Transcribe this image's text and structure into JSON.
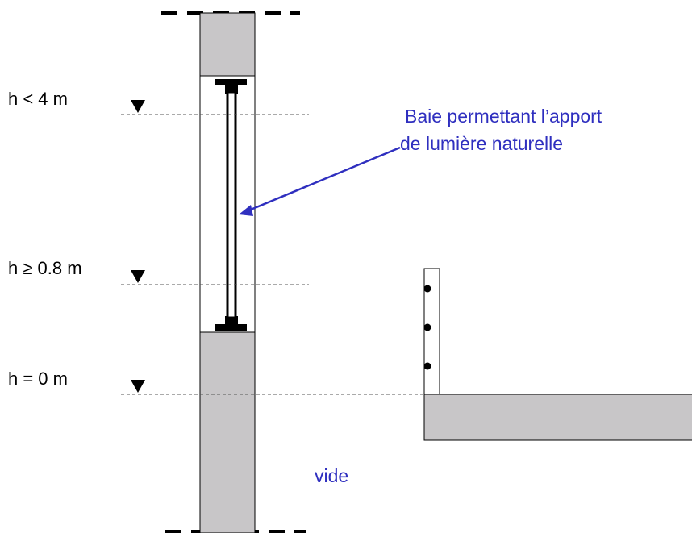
{
  "labels": {
    "level_top": "h < 4 m",
    "level_mid": "h ≥ 0.8 m",
    "level_ground": "h = 0 m",
    "callout_line1": "Baie permettant l’apport",
    "callout_line2": "de lumière naturelle",
    "void": "vide"
  },
  "colors": {
    "masonry": "#c8c6c8",
    "outline": "#000000",
    "callout": "#2f2fbf",
    "guide": "#555555"
  },
  "icons": {
    "level_marker": "down-triangle-icon",
    "guardrail_bolt": "dot-icon"
  }
}
